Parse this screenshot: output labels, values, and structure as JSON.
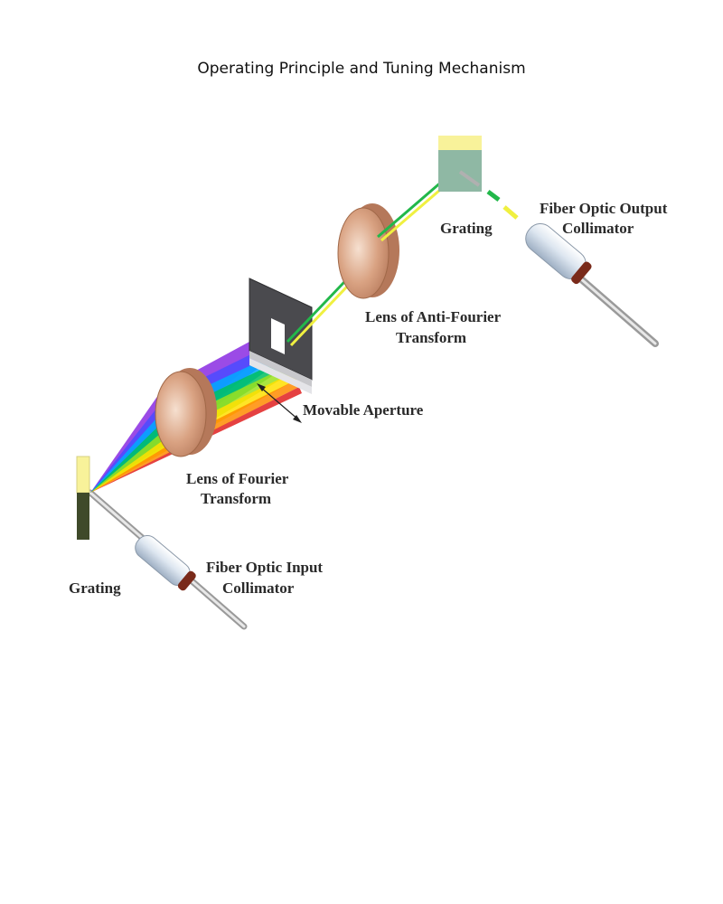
{
  "title": "Operating Principle and Tuning Mechanism",
  "labels": {
    "grating_output": "Grating",
    "output_collimator_line1": "Fiber Optic Output",
    "output_collimator_line2": "Collimator",
    "anti_fourier_line1": "Lens of Anti-Fourier",
    "anti_fourier_line2": "Transform",
    "movable_aperture": "Movable Aperture",
    "fourier_line1": "Lens of Fourier",
    "fourier_line2": "Transform",
    "grating_input": "Grating",
    "input_collimator_line1": "Fiber Optic Input",
    "input_collimator_line2": "Collimator"
  },
  "colors": {
    "lens": "#d9a282",
    "grating_top": "#f8f29a",
    "grating_input_body": "#3f4a2a",
    "grating_output_body": "#8fb8a4",
    "aperture": "#444448",
    "collimator_ring": "#7a2a1a",
    "beam_green": "#22b84a",
    "beam_yellow": "#f0f040"
  },
  "spectrum_colors": [
    "#8a2be2",
    "#4b4bff",
    "#00aaff",
    "#00c060",
    "#9be01e",
    "#ffe000",
    "#ff8c00",
    "#e02020"
  ]
}
